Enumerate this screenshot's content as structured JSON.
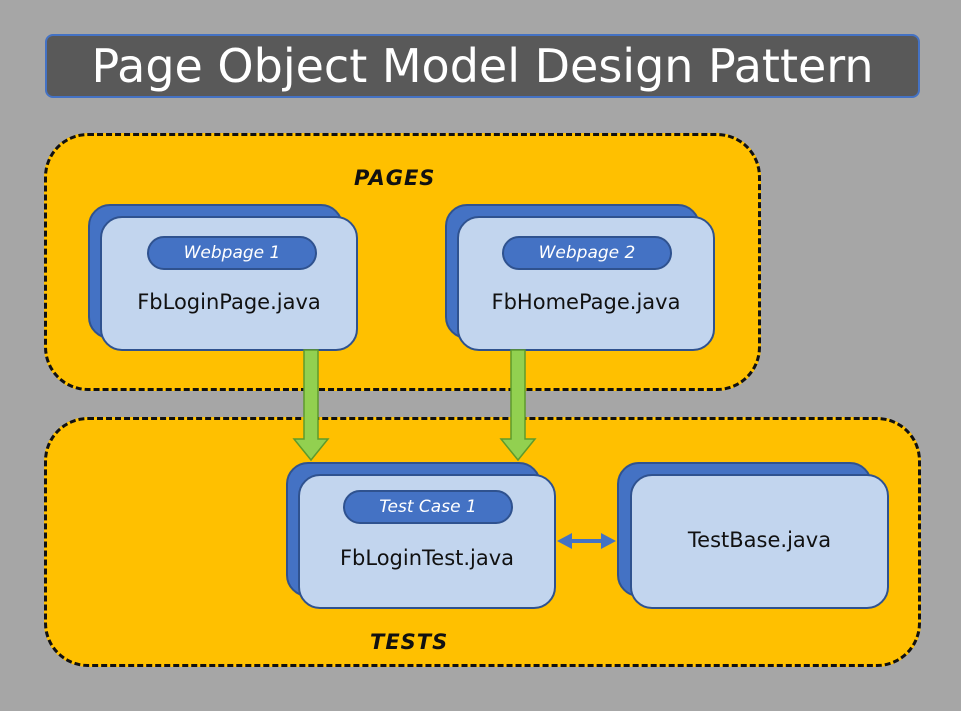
{
  "title": "Page Object Model Design Pattern",
  "groups": {
    "pages": {
      "label": "PAGES",
      "items": [
        {
          "tag": "Webpage 1",
          "file": "FbLoginPage.java"
        },
        {
          "tag": "Webpage 2",
          "file": "FbHomePage.java"
        }
      ]
    },
    "tests": {
      "label": "TESTS",
      "items": [
        {
          "tag": "Test Case 1",
          "file": "FbLoginTest.java"
        },
        {
          "file": "TestBase.java"
        }
      ]
    }
  },
  "colors": {
    "background": "#a6a6a6",
    "title_bar": "#595959",
    "group_fill": "#ffc000",
    "card_back": "#4472c4",
    "card_front": "#c2d5ee",
    "arrow_green": "#92d050",
    "arrow_blue": "#4472c4"
  }
}
